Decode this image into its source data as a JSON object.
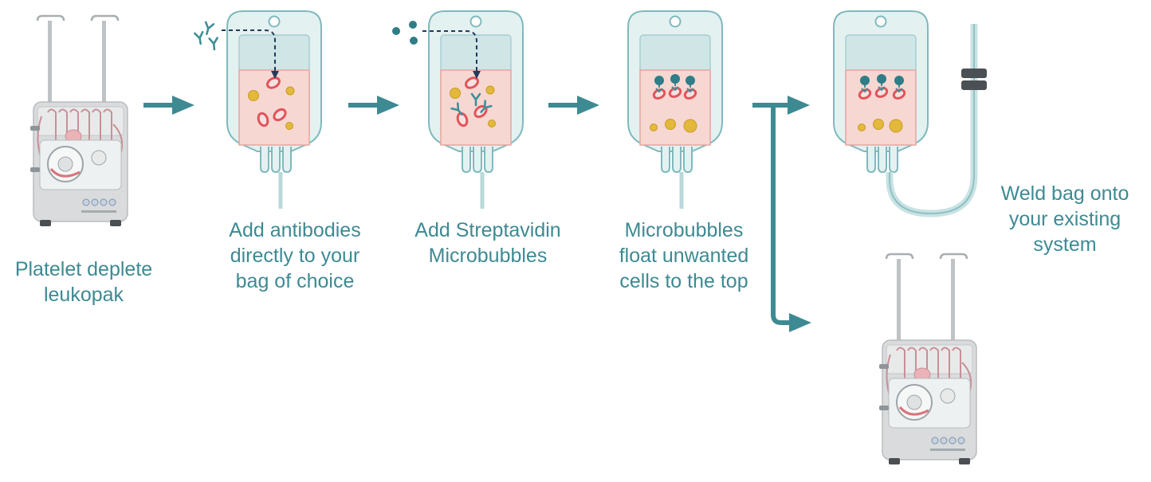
{
  "steps": [
    {
      "label_lines": [
        "Platelet deplete",
        "leukopak"
      ]
    },
    {
      "label_lines": [
        "Add antibodies",
        "directly to your",
        "bag of choice"
      ]
    },
    {
      "label_lines": [
        "Add Streptavidin",
        "Microbubbles"
      ]
    },
    {
      "label_lines": [
        "Microbubbles",
        "float unwanted",
        "cells to the top"
      ]
    },
    {
      "label_lines": [
        "Weld bag onto",
        "your existing",
        "system"
      ]
    }
  ],
  "colors": {
    "text_teal": "#3d8a93",
    "arrow_teal": "#3d8a93",
    "bag_outline": "#7fb9bd",
    "bag_fill": "#e4f1f1",
    "liquid_pink": "#f7d7d2",
    "red_cell": "#e2545a",
    "yellow_cell": "#e2b93b",
    "bubble_dark": "#2f7d86",
    "machine_gray": "#d9dbdc"
  },
  "icons": [
    "apheresis-machine-icon",
    "blood-bag-icon",
    "antibody-icon",
    "microbubble-icon",
    "tube-clamp-icon",
    "process-arrow-icon"
  ]
}
